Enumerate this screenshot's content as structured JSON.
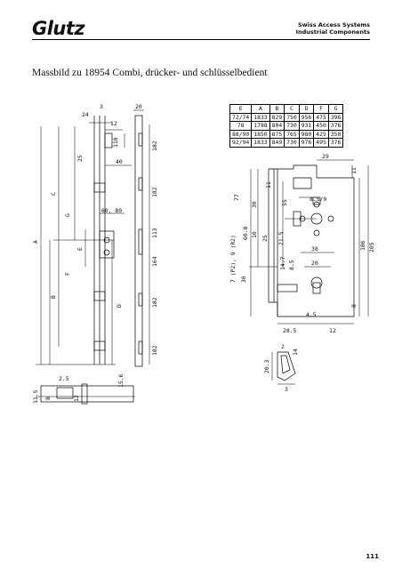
{
  "header": {
    "brand": "Glutz",
    "tagline_1": "Swiss Access Systems",
    "tagline_2": "Industrial Components"
  },
  "title": "Massbild zu 18954 Combi, drücker- und schlüsselbedient",
  "page_number": "111",
  "dims_table": {
    "headers": [
      "E",
      "A",
      "B",
      "C",
      "D",
      "F",
      "G"
    ],
    "rows": [
      [
        "72/74",
        "1833",
        "829",
        "750",
        "956",
        "475",
        "396"
      ],
      [
        "78",
        "1788",
        "804",
        "730",
        "931",
        "450",
        "376"
      ],
      [
        "88/90",
        "1850",
        "875",
        "765",
        "980",
        "425",
        "350"
      ],
      [
        "92/94",
        "1833",
        "849",
        "730",
        "976",
        "495",
        "376"
      ]
    ]
  },
  "labels_left": {
    "d3": "3",
    "d24": "24",
    "d20": "20",
    "d12": "12",
    "d110": "110",
    "d25": "25",
    "d40": "40",
    "d182a": "182",
    "dC": "C",
    "dG": "G",
    "d182b": "182",
    "d6080": "60, 80",
    "dA": "A",
    "dE": "E",
    "d113": "113",
    "d164": "164",
    "dF": "F",
    "dB": "B",
    "dD": "D",
    "d182c": "182",
    "d182d": "182",
    "d25b": "2.5",
    "d156": "15.6",
    "d115": "11.5",
    "d8": "8",
    "d12b": "12"
  },
  "labels_right": {
    "d29": "29",
    "d11a": "11",
    "d11b": "11",
    "d77": "77",
    "d30a": "30",
    "d55": "55",
    "d859": "8.5/9",
    "d608": "60.8",
    "d10": "10",
    "d215": "21.5",
    "d25": "25",
    "d7p2": "7 (P2), 9 (R2)",
    "d38": "38",
    "d186": "186",
    "d205": "205",
    "d30b": "30",
    "d147": "14.7",
    "d85": "8.5",
    "d20": "20",
    "d8": "8",
    "d285": "28.5",
    "d12": "12",
    "d45": "4.5",
    "d14": "14",
    "d203": "20.3",
    "d3": "3",
    "d2": "2"
  }
}
